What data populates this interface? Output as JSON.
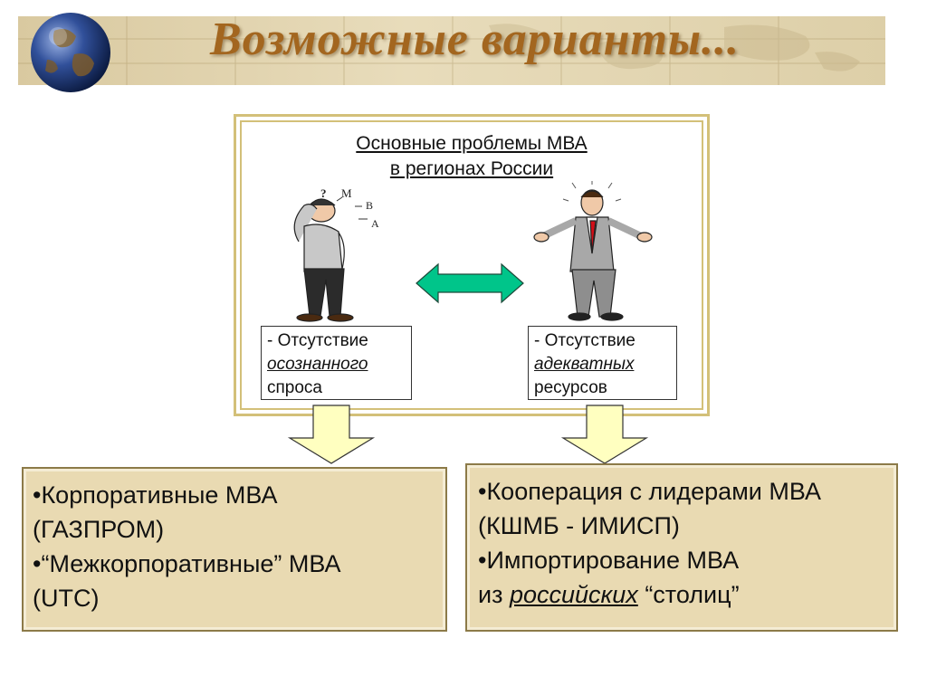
{
  "slide": {
    "title": "Возможные варианты..."
  },
  "diagram": {
    "heading_line1": "Основные проблемы МВА",
    "heading_line2": "в регионах России",
    "thought_letters": [
      "?",
      "М",
      "В",
      "А"
    ],
    "left_box": {
      "line1": "- Отсутствие",
      "line2": "осознанного",
      "line3": "спроса"
    },
    "right_box": {
      "line1": "- Отсутствие",
      "line2": "адекватных",
      "line3": "ресурсов"
    }
  },
  "left_panel": {
    "line1": "•Корпоративные МВА",
    "line2": "(ГАЗПРОМ)",
    "line3": "•“Межкорпоративные” МВА",
    "line4": "(UTC)"
  },
  "right_panel": {
    "line1": "•Кооперация с лидерами МВА",
    "line2": "(КШМБ - ИМИСП)",
    "line3": "•Импортирование МВА",
    "line4_prefix": "из ",
    "line4_em": "российских",
    "line4_suffix": " “столиц”"
  },
  "colors": {
    "title": "#a3661f",
    "band": "#e3d6b0",
    "frame_border": "#d3c079",
    "panel_fill": "#e9dab2",
    "arrow_fill": "#00c58a",
    "down_arrow_fill": "#ffffc0"
  },
  "icons": [
    "globe-icon",
    "puzzled-man-figure",
    "shrugging-man-figure",
    "double-arrow-icon",
    "down-arrow-icon"
  ]
}
